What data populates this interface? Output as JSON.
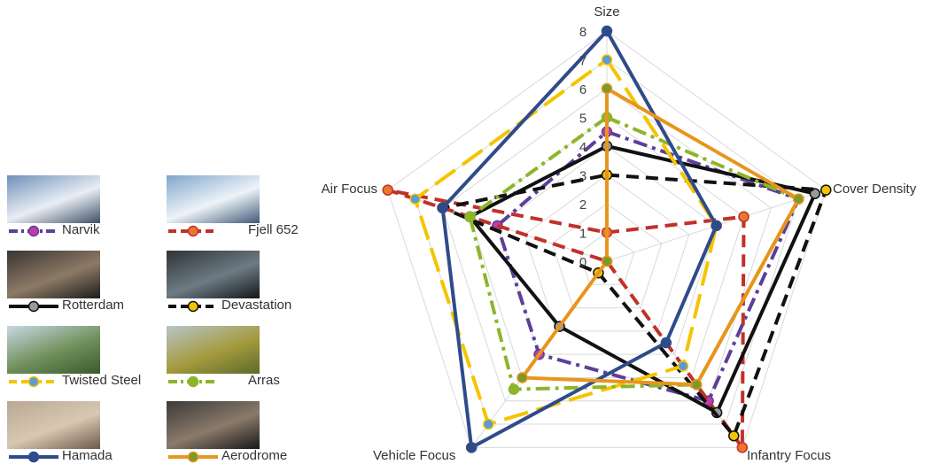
{
  "chart_data": {
    "type": "radar",
    "axes": [
      "Size",
      "Cover Density",
      "Infantry Focus",
      "Vehicle Focus",
      "Air Focus"
    ],
    "rlim": [
      0,
      8
    ],
    "tick_labels": [
      "0",
      "1",
      "2",
      "3",
      "4",
      "5",
      "6",
      "7",
      "8"
    ],
    "grid": true,
    "legend_position": "left",
    "series": [
      {
        "name": "Narvik",
        "color": "#5c3f9a",
        "dash": "dashdot",
        "marker_color": "#c23aa8",
        "values": [
          4.5,
          7,
          6,
          4,
          4
        ]
      },
      {
        "name": "Fjell 652",
        "color": "#c0312a",
        "dash": "dash",
        "marker_color": "#e8782d",
        "values": [
          1,
          5,
          8,
          0,
          8
        ]
      },
      {
        "name": "Rotterdam",
        "color": "#111111",
        "dash": "solid",
        "marker_color": "#9a9a9a",
        "values": [
          4,
          7.6,
          6.5,
          2.8,
          5
        ]
      },
      {
        "name": "Devastation",
        "color": "#111111",
        "dash": "dash",
        "marker_color": "#f5c400",
        "values": [
          3,
          8,
          7.5,
          0.5,
          6
        ]
      },
      {
        "name": "Twisted Steel",
        "color": "#f5c400",
        "dash": "longdash",
        "marker_color": "#5b9bd5",
        "values": [
          7,
          4,
          4.5,
          7,
          7
        ]
      },
      {
        "name": "Arras",
        "color": "#8db52a",
        "dash": "dashdot",
        "marker_color": "#8db52a",
        "values": [
          5,
          7,
          5.3,
          5.5,
          5
        ]
      },
      {
        "name": "Hamada",
        "color": "#2f4b8a",
        "dash": "solid",
        "marker_color": "#2f4b8a",
        "values": [
          8,
          4,
          3.5,
          8,
          6
        ]
      },
      {
        "name": "Aerodrome",
        "color": "#e8951c",
        "dash": "solid",
        "marker_color": "#7a9a2a",
        "values": [
          6,
          7,
          5.3,
          5,
          0
        ]
      }
    ]
  }
}
